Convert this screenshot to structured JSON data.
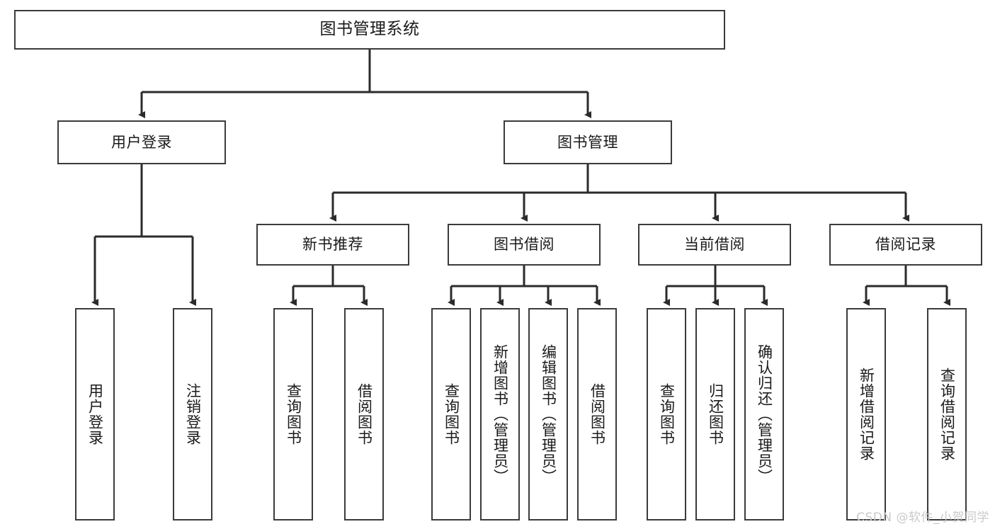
{
  "diagram": {
    "title": "图书管理系统",
    "watermark": "CSDN @软件_小贺同学",
    "colors": {
      "box_border": "#3b3b3b",
      "box_fill": "#ffffff",
      "edge": "#2b2b2b",
      "text": "#1a1a1a",
      "watermark": "#c9c9c9"
    },
    "root": {
      "label": "图书管理系统"
    },
    "level1": [
      {
        "label": "用户登录"
      },
      {
        "label": "图书管理"
      }
    ],
    "level2": [
      {
        "label": "新书推荐"
      },
      {
        "label": "图书借阅"
      },
      {
        "label": "当前借阅"
      },
      {
        "label": "借阅记录"
      }
    ],
    "leaves": {
      "user_login": [
        {
          "label": "用户登录"
        },
        {
          "label": "注销登录"
        }
      ],
      "new_book": [
        {
          "label": "查询图书"
        },
        {
          "label": "借阅图书"
        }
      ],
      "book_borrow": [
        {
          "label": "查询图书"
        },
        {
          "label": "新增图书（管理员）"
        },
        {
          "label": "编辑图书（管理员）"
        },
        {
          "label": "借阅图书"
        }
      ],
      "current_borrow": [
        {
          "label": "查询图书"
        },
        {
          "label": "归还图书"
        },
        {
          "label": "确认归还（管理员）"
        }
      ],
      "borrow_record": [
        {
          "label": "新增借阅记录"
        },
        {
          "label": "查询借阅记录"
        }
      ]
    }
  }
}
